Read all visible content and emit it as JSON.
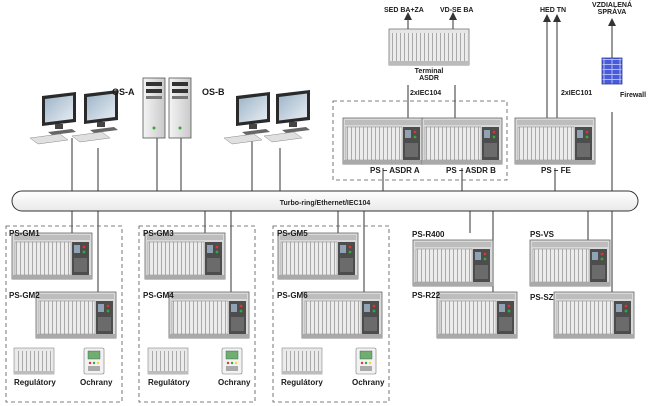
{
  "bus": {
    "label": "Turbo-ring/Ethernet/IEC104"
  },
  "top": {
    "sed_ba_za": "SED BA+ZA",
    "vd_se_ba": "VD-SE BA",
    "terminal_asdr": "Terminal\nASDR",
    "iec104": "2xIEC104",
    "hed_tn": "HED TN",
    "iec101": "2xIEC101",
    "vzdialena": "VZDIALENÁ\nSPRÁVA",
    "firewall": "Firewall"
  },
  "operator_stations": {
    "os_a": "OS-A",
    "os_b": "OS-B"
  },
  "racks": {
    "ps_asdr_a": "PS – ASDR A",
    "ps_asdr_b": "PS – ASDR B",
    "ps_fe": "PS – FE",
    "ps_gm1": "PS-GM1",
    "ps_gm2": "PS-GM2",
    "ps_gm3": "PS-GM3",
    "ps_gm4": "PS-GM4",
    "ps_gm5": "PS-GM5",
    "ps_gm6": "PS-GM6",
    "ps_r400": "PS-R400",
    "ps_r22": "PS-R22",
    "ps_vs": "PS-VS",
    "ps_sz": "PS-SZ"
  },
  "groups": [
    {
      "regulatory": "Regulátory",
      "ochrany": "Ochrany"
    },
    {
      "regulatory": "Regulátory",
      "ochrany": "Ochrany"
    },
    {
      "regulatory": "Regulátory",
      "ochrany": "Ochrany"
    }
  ],
  "icons": [
    "monitor-icon",
    "server-tower-icon",
    "rack-icon",
    "firewall-icon",
    "relay-icon",
    "arrow-up-icon"
  ],
  "colors": {
    "line": "#333333",
    "rack_face": "#e4e4e4",
    "rack_dark": "#555555",
    "firewall": "#4a5bd8"
  }
}
